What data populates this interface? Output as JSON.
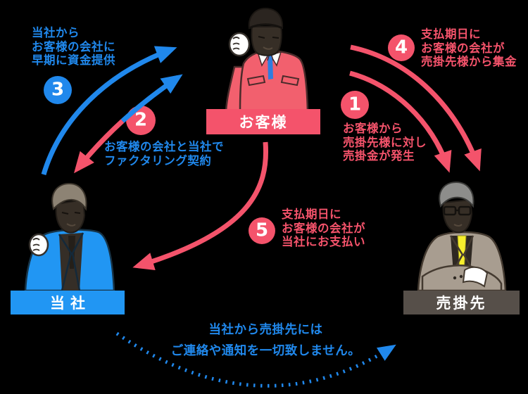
{
  "diagram_title": "factoring-flow-diagram",
  "colors": {
    "blue": "#2088ec",
    "red": "#f4536b",
    "customer_jacket_red": "#f2606e",
    "company_banner_blue": "#2196f3",
    "debtor_banner_dark": "#564f49",
    "debtor_suit_taupe": "#a89d90",
    "tie_yellow": "#f6ee2d",
    "background": "#000000"
  },
  "actors": {
    "customer": {
      "label": "お客様"
    },
    "company": {
      "label": "当社"
    },
    "debtor": {
      "label": "売掛先"
    }
  },
  "steps": [
    {
      "num": "1",
      "lines": [
        "お客様から",
        "売掛先様に対し",
        "売掛金が発生"
      ]
    },
    {
      "num": "2",
      "lines": [
        "お客様の会社と当社で",
        "ファクタリング契約"
      ]
    },
    {
      "num": "3",
      "lines": [
        "当社から",
        "お客様の会社に",
        "早期に資金提供"
      ]
    },
    {
      "num": "4",
      "lines": [
        "支払期日に",
        "お客様の会社が",
        "売掛先様から集金"
      ]
    },
    {
      "num": "5",
      "lines": [
        "支払期日に",
        "お客様の会社が",
        "当社にお支払い"
      ]
    }
  ],
  "footnote": {
    "lines": [
      "当社から売掛先には",
      "ご連絡や通知を一切致しません。"
    ]
  }
}
